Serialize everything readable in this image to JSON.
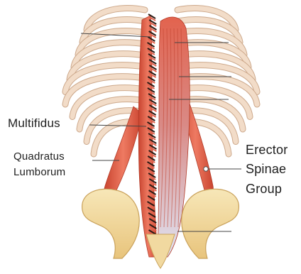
{
  "labels": {
    "multifidus": "Multifidus",
    "quadratus_line1": "Quadratus",
    "quadratus_line2": "Lumborum",
    "erector_line1": "Erector",
    "erector_line2": "Spinae",
    "erector_line3": "Group"
  },
  "colors": {
    "muscle": "#e2634e",
    "muscle_shadow": "#c0412f",
    "rib": "#f2dcc8",
    "rib_edge": "#cda98c",
    "bone": "#f3dea2",
    "bone_edge": "#c9a15a",
    "fascia": "#c9d3ea",
    "leader": "#444444",
    "text": "#1e1e1e"
  }
}
